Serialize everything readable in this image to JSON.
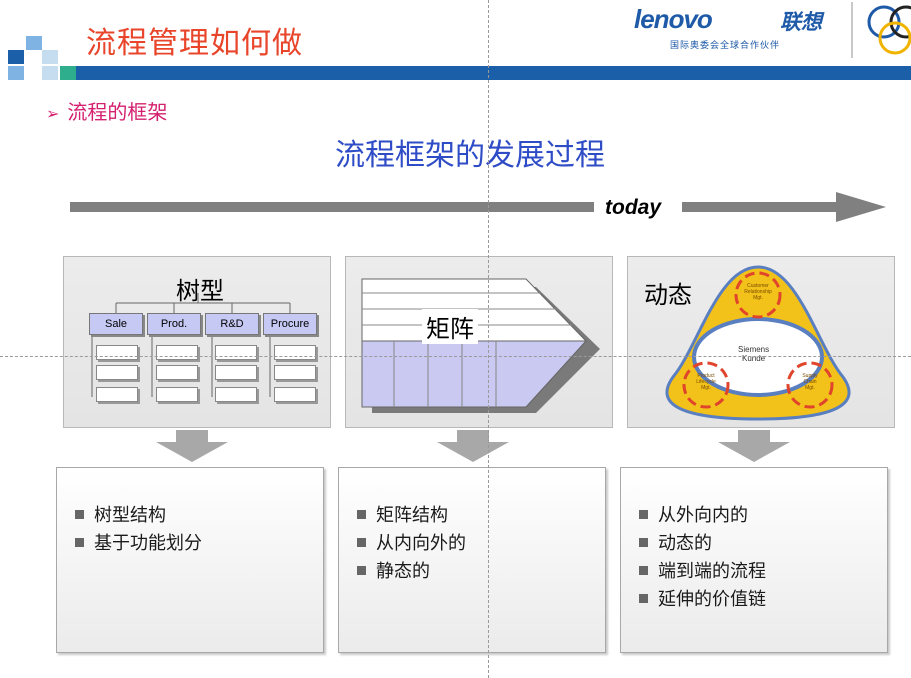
{
  "header": {
    "title": "流程管理如何做",
    "brand": {
      "logo_text": "lenovo",
      "logo_cn": "联想",
      "tagline": "国际奥委会全球合作伙伴"
    },
    "colors": {
      "title": "#e8452b",
      "bar": "#1b5fa8",
      "brand": "#1e5aa8"
    }
  },
  "section": {
    "bullet": "流程的框架"
  },
  "main_title": "流程框架的发展过程",
  "timeline": {
    "label": "today"
  },
  "panels": [
    {
      "label": "树型",
      "org_boxes": [
        "Sale",
        "Prod.",
        "R&D",
        "Procure"
      ]
    },
    {
      "label": "矩阵"
    },
    {
      "label": "动态",
      "center": [
        "Siemens",
        "Kunde"
      ],
      "nodes": [
        [
          "Customer",
          "Relationship",
          "Mgt."
        ],
        [
          "Product",
          "Lifecycle",
          "Mgt."
        ],
        [
          "Supply",
          "Chain",
          "Mgt."
        ]
      ]
    }
  ],
  "boxes": [
    {
      "items": [
        "树型结构",
        "基于功能划分"
      ]
    },
    {
      "items": [
        "矩阵结构",
        "从内向外的",
        "静态的"
      ]
    },
    {
      "items": [
        "从外向内的",
        "动态的",
        "端到端的流程",
        "延伸的价值链"
      ]
    }
  ]
}
